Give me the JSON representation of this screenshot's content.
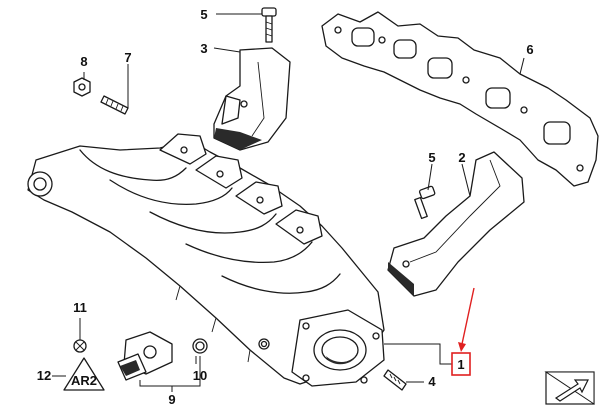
{
  "callouts": {
    "c1": "1",
    "c2": "2",
    "c3": "3",
    "c4": "4",
    "c5a": "5",
    "c5b": "5",
    "c6": "6",
    "c7": "7",
    "c8": "8",
    "c9": "9",
    "c10": "10",
    "c11": "11",
    "c12": "12"
  },
  "warning_sticker_text": "AR2",
  "highlight": {
    "callout": "1",
    "color": "#e02020"
  },
  "icons": [
    "nav-corner-arrow-icon",
    "warning-triangle-icon"
  ]
}
